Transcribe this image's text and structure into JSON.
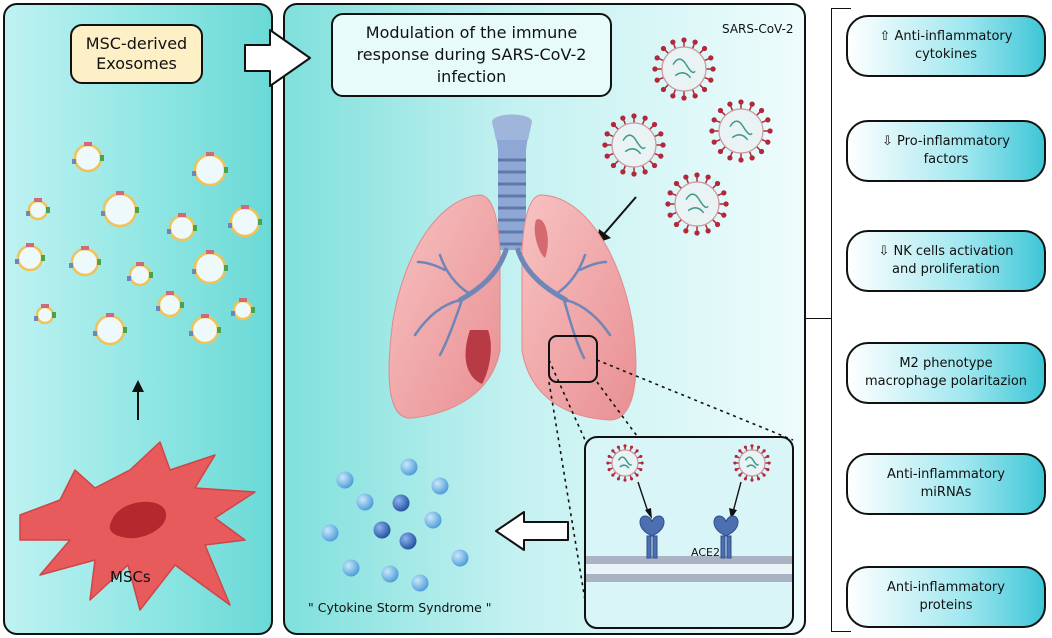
{
  "left_panel": {
    "exosomes_label": "MSC-derived\nExosomes",
    "msc_label": "MSCs"
  },
  "center_panel": {
    "title": "Modulation of the immune response during SARS-CoV-2 infection",
    "virus_label": "SARS-CoV-2",
    "receptor_label": "ACE2",
    "storm_label": "\" Cytokine Storm Syndrome \""
  },
  "effects": [
    {
      "label": "⇧ Anti-inflammatory\ncytokines"
    },
    {
      "label": "⇩ Pro-inflammatory\nfactors"
    },
    {
      "label": "⇩ NK cells activation\nand proliferation"
    },
    {
      "label": "M2 phenotype\nmacrophage polaritazion"
    },
    {
      "label": "Anti-inflammatory\nmiRNAs"
    },
    {
      "label": "Anti-inflammatory\nproteins"
    }
  ],
  "colors": {
    "exosome_ring": "#f2c25a",
    "virus_spike": "#b2283a",
    "virus_core": "#e9f3f3",
    "lung": "#f2a9aa",
    "bronchi": "#6f86b8",
    "trachea": "#8fa7d4",
    "msc_cell": "#e8575a",
    "msc_nucleus": "#b5282d",
    "cytokine": "#6fb6e8",
    "receptor": "#4b6fb0"
  }
}
